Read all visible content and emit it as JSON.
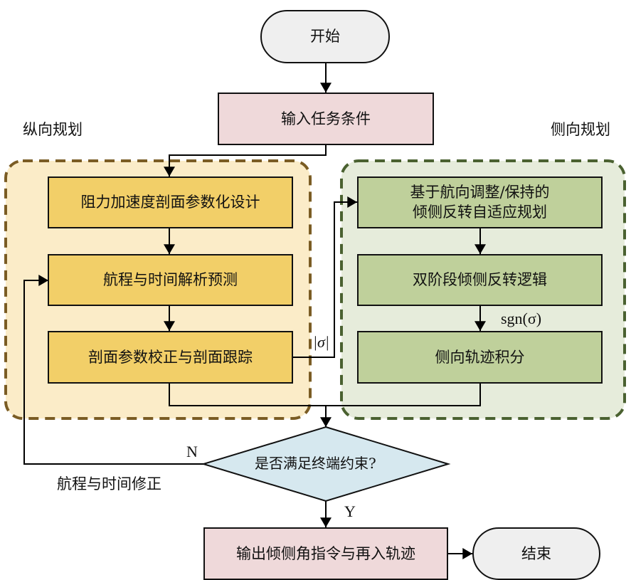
{
  "diagram": {
    "start": "开始",
    "input": "输入任务条件",
    "longitudinal": {
      "title": "纵向规划",
      "steps": [
        "阻力加速度剖面参数化设计",
        "航程与时间解析预测",
        "剖面参数校正与剖面跟踪"
      ]
    },
    "lateral": {
      "title": "侧向规划",
      "steps": [
        "基于航向调整/保持的\n倾侧反转自适应规划",
        "双阶段倾侧反转逻辑",
        "侧向轨迹积分"
      ]
    },
    "signal_abs_sigma": "|σ|",
    "signal_sgn_sigma": "sgn(σ)",
    "decision": "是否满足终端约束?",
    "branch_no": "N",
    "branch_yes": "Y",
    "correction_label": "航程与时间修正",
    "output": "输出倾侧角指令与再入轨迹",
    "end": "结束",
    "colors": {
      "terminal": "#efefef",
      "io_box": "#efd9da",
      "longitudinal_box": "#f2cf68",
      "longitudinal_region": "#fbecc8",
      "longitudinal_border": "#7a5c24",
      "lateral_box": "#bfd09b",
      "lateral_region": "#e6ecdb",
      "lateral_border": "#4a6130",
      "decision": "#d6e8ef"
    }
  }
}
